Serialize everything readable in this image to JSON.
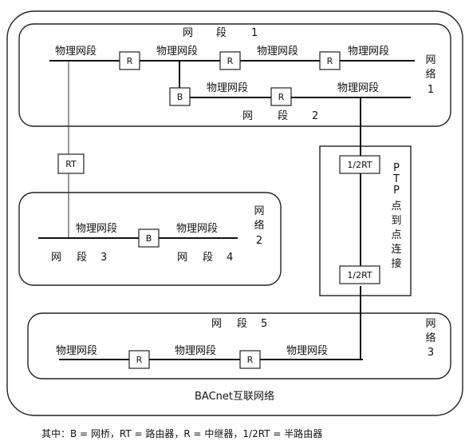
{
  "diagram": {
    "outer_label": "BACnet互联网络",
    "networks": [
      {
        "chars": [
          "网",
          "络",
          "1"
        ]
      },
      {
        "chars": [
          "网",
          "络",
          "2"
        ]
      },
      {
        "chars": [
          "网",
          "络",
          "3"
        ]
      }
    ],
    "segments": [
      {
        "word1": "网",
        "word2": "段",
        "num": "1"
      },
      {
        "word1": "网",
        "word2": "段",
        "num": "2"
      },
      {
        "word1": "网",
        "word2": "段",
        "num": "3"
      },
      {
        "word1": "网",
        "word2": "段",
        "num": "4"
      },
      {
        "word1": "网",
        "word2": "段",
        "num": "5"
      }
    ],
    "physical_segment": "物理网段",
    "devices": {
      "router": "R",
      "bridge": "B",
      "rt": "RT",
      "half_rt": "1/2RT"
    },
    "ptp_chars": [
      "P",
      "T",
      "P",
      "点",
      "到",
      "点",
      "连",
      "接"
    ],
    "legend": "其中：B = 网桥，RT = 路由器，R = 中继器，1/2RT = 半路由器"
  }
}
